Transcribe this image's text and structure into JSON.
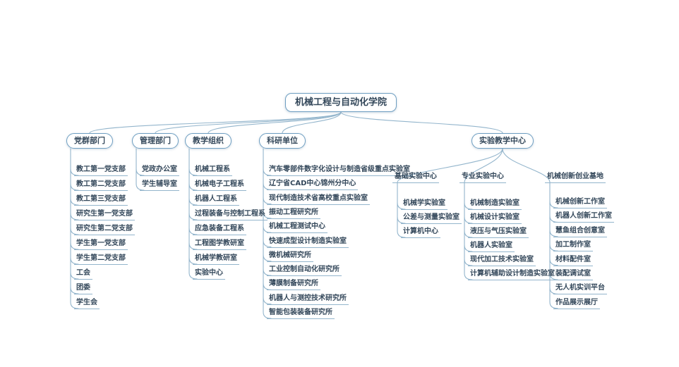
{
  "root": {
    "label": "机械工程与自动化学院"
  },
  "branches": [
    {
      "label": "党群部门",
      "children": [
        {
          "label": "教工第一党支部"
        },
        {
          "label": "教工第二党支部"
        },
        {
          "label": "教工第三党支部"
        },
        {
          "label": "研究生第一党支部"
        },
        {
          "label": "研究生第二党支部"
        },
        {
          "label": "学生第一党支部"
        },
        {
          "label": "学生第二党支部"
        },
        {
          "label": "工会"
        },
        {
          "label": "团委"
        },
        {
          "label": "学生会"
        }
      ]
    },
    {
      "label": "管理部门",
      "children": [
        {
          "label": "党政办公室"
        },
        {
          "label": "学生辅导室"
        }
      ]
    },
    {
      "label": "教学组织",
      "children": [
        {
          "label": "机械工程系"
        },
        {
          "label": "机械电子工程系"
        },
        {
          "label": "机器人工程系"
        },
        {
          "label": "过程装备与控制工程系"
        },
        {
          "label": "应急装备工程系"
        },
        {
          "label": "工程图学教研室"
        },
        {
          "label": "机械学教研室"
        },
        {
          "label": "实验中心"
        }
      ]
    },
    {
      "label": "科研单位",
      "children": [
        {
          "label": "汽车零部件数字化设计与制造省级重点实验室"
        },
        {
          "label": "辽宁省CAD中心锦州分中心"
        },
        {
          "label": "现代制造技术省高校重点实验室"
        },
        {
          "label": "振动工程研究所"
        },
        {
          "label": "机械工程测试中心"
        },
        {
          "label": "快速成型设计制造实验室"
        },
        {
          "label": "微机械研究所"
        },
        {
          "label": "工业控制自动化研究所"
        },
        {
          "label": "薄膜制备研究所"
        },
        {
          "label": "机器人与测控技术研究所"
        },
        {
          "label": "智能包装装备研究所"
        }
      ]
    },
    {
      "label": "实验教学中心",
      "children": [
        {
          "label": "基础实验中心",
          "children": [
            {
              "label": "机械学实验室"
            },
            {
              "label": "公差与测量实验室"
            },
            {
              "label": "计算机中心"
            }
          ]
        },
        {
          "label": "专业实验中心",
          "children": [
            {
              "label": "机械制造实验室"
            },
            {
              "label": "机械设计实验室"
            },
            {
              "label": "液压与气压实验室"
            },
            {
              "label": "机器人实验室"
            },
            {
              "label": "现代加工技术实验室"
            },
            {
              "label": "计算机辅助设计制造实验室"
            }
          ]
        },
        {
          "label": "机械创新创业基地",
          "children": [
            {
              "label": "机械创新工作室"
            },
            {
              "label": "机器人创新工作室"
            },
            {
              "label": "慧鱼组合创意室"
            },
            {
              "label": "加工制作室"
            },
            {
              "label": "材料配件室"
            },
            {
              "label": "装配调试室"
            },
            {
              "label": "无人机实训平台"
            },
            {
              "label": "作品展示展厅"
            }
          ]
        }
      ]
    }
  ],
  "colors": {
    "box_border": "#6f9fc2",
    "box_fill": "#ffffff",
    "line": "#93b5cc",
    "text": "#33475a"
  }
}
